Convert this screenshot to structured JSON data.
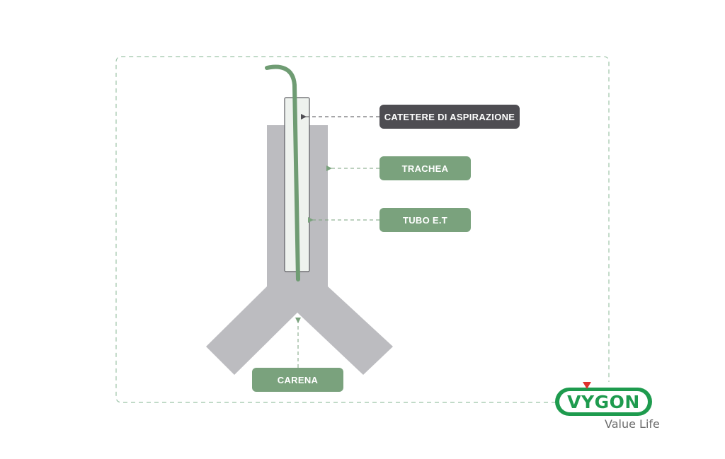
{
  "labels": {
    "catetere": "CATETERE DI ASPIRAZIONE",
    "trachea": "TRACHEA",
    "tubo": "TUBO E.T",
    "carena": "CARENA"
  },
  "logo": {
    "brand": "VYGON",
    "tagline": "Value Life"
  },
  "colors": {
    "frame_dash": "#9cc3a8",
    "trachea_fill": "#bcbcc0",
    "tube_fill": "#eef2ee",
    "tube_stroke": "#5d5d62",
    "catheter": "#6f9c73",
    "label_green": "#7aa27d",
    "label_dark": "#4e4d52",
    "arrow_green": "#7aa27d",
    "arrow_dark": "#4e4d52",
    "brand_green": "#1e9b4e",
    "brand_red": "#e0322d"
  }
}
